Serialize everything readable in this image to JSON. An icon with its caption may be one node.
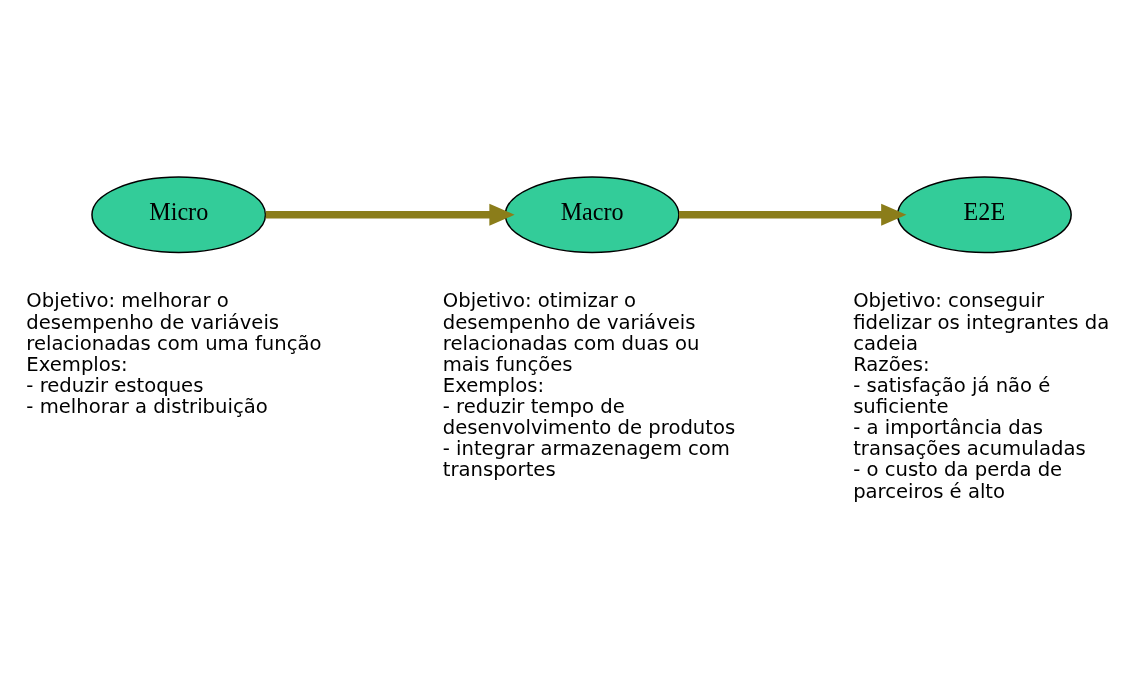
{
  "diagram": {
    "nodes": [
      {
        "text": [
          "Micro"
        ],
        "beside": [
          "Objetivo: melhorar o desempenho de variáveis relacionadas com uma função",
          "Exemplos:",
          "- reduzir estoques",
          "- melhorar a distribuição"
        ]
      },
      {
        "text": [
          "Macro"
        ],
        "beside": [
          "Objetivo: otimizar o desempenho de variáveis relacionadas com duas ou mais funções",
          "Exemplos:",
          "- reduzir tempo de desenvolvimento de produtos",
          "- integrar armazenagem com transportes"
        ]
      },
      {
        "text": [
          "E2E"
        ],
        "beside": [
          "Objetivo: conseguir fidelizar os integrantes da cadeia",
          "Razões:",
          "- satisfação já não é suficiente",
          "- a importância das transações acumuladas",
          "- o custo da perda de parceiros é alto"
        ]
      }
    ],
    "edges": [
      {
        "from": 0,
        "to": 1,
        "arrow": "to"
      },
      {
        "from": 1,
        "to": 2,
        "arrow": "to"
      }
    ]
  }
}
